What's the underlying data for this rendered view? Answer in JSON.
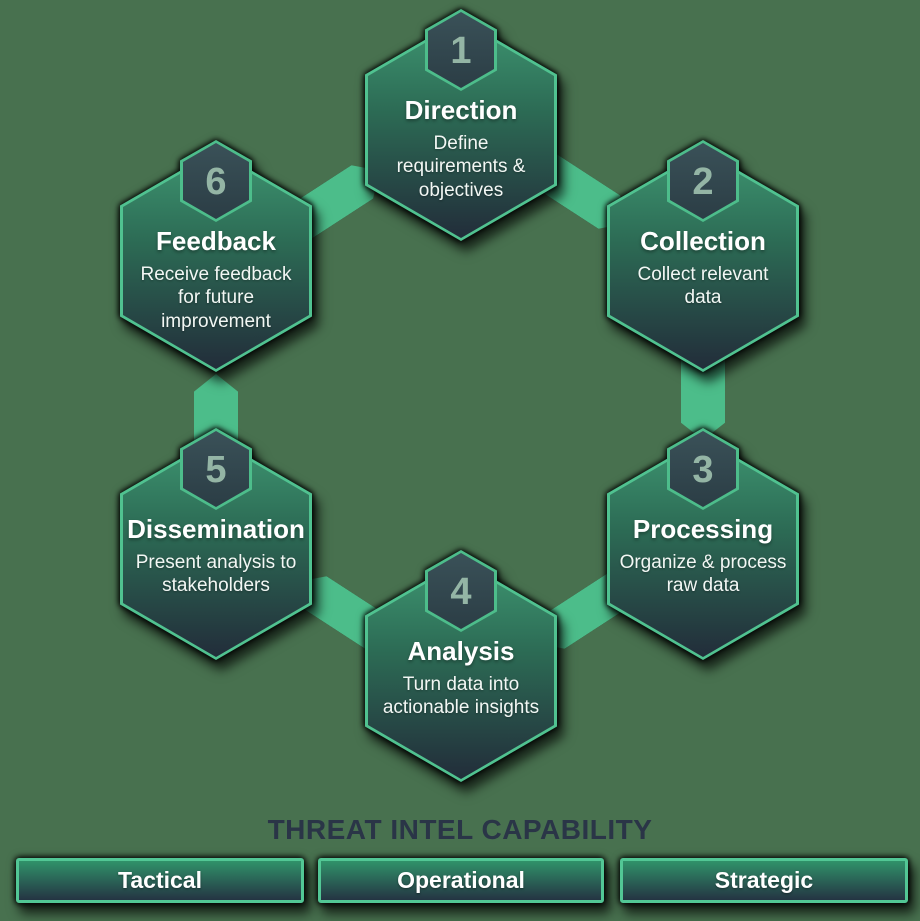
{
  "steps": [
    {
      "number": "1",
      "title": "Direction",
      "subtitle": "Define requirements & objectives"
    },
    {
      "number": "2",
      "title": "Collection",
      "subtitle": "Collect relevant data"
    },
    {
      "number": "3",
      "title": "Processing",
      "subtitle": "Organize & process raw data"
    },
    {
      "number": "4",
      "title": "Analysis",
      "subtitle": "Turn data into actionable insights"
    },
    {
      "number": "5",
      "title": "Dissemination",
      "subtitle": "Present analysis to stakeholders"
    },
    {
      "number": "6",
      "title": "Feedback",
      "subtitle": "Receive feedback for future improvement"
    }
  ],
  "capability": {
    "title": "THREAT INTEL CAPABILITY",
    "levels": [
      "Tactical",
      "Operational",
      "Strategic"
    ]
  },
  "colors": {
    "background": "#48714F",
    "hex_border": "#50C290",
    "hex_gradient_top": "#3D9470",
    "hex_gradient_bottom": "#222D3A",
    "badge_fill": "#33474D",
    "badge_number": "#94B5A5",
    "arrow": "#4CBD8A",
    "bar_border": "#52C795",
    "bar_gradient_top": "#309269",
    "bar_gradient_bottom": "#243442",
    "capability_title": "#2A3547",
    "text": "#FFFFFF"
  }
}
